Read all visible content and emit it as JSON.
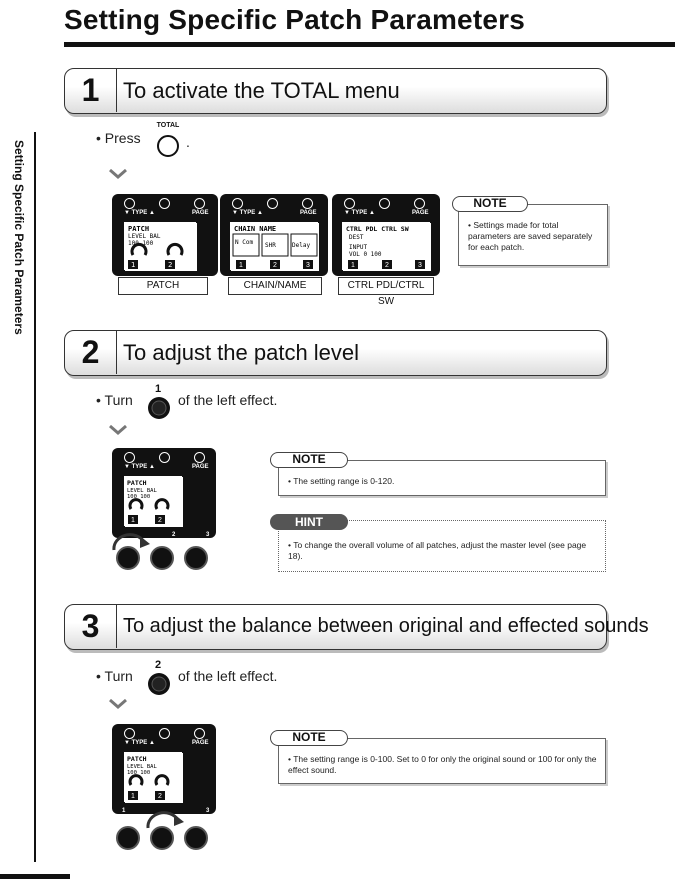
{
  "header": {
    "title": "Setting Specific Patch Parameters"
  },
  "sidebar": {
    "text": "Setting Specific Patch Parameters"
  },
  "steps": [
    {
      "num": "1",
      "text": "To activate the TOTAL menu"
    },
    {
      "num": "2",
      "text": "To adjust the patch level"
    },
    {
      "num": "3",
      "text": "To adjust the balance between original and effected sounds"
    }
  ],
  "step1": {
    "bullet_press": "• Press",
    "period": ".",
    "total_label": "TOTAL",
    "screens": [
      {
        "caption": "PATCH",
        "line1": "PATCH",
        "line2": "LEVEL   BAL",
        "line3": " 100   100",
        "pages": [
          "1",
          "2"
        ]
      },
      {
        "caption": "CHAIN/NAME",
        "line1": "CHAIN NAME",
        "cells": [
          "N Com p",
          "SHR",
          "Delay"
        ],
        "pages": [
          "1",
          "2",
          "3"
        ]
      },
      {
        "caption": "CTRL PDL/CTRL SW",
        "line1": "CTRL PDL CTRL SW",
        "line2": "DEST",
        "line3": "INPUT",
        "line4": "VOL    0   100",
        "pages": [
          "1",
          "2",
          "3"
        ]
      }
    ],
    "note_title": "NOTE",
    "note_text": "Settings made for total parameters are saved separately for each patch."
  },
  "step2": {
    "bullet_turn": "• Turn",
    "knob_num": "1",
    "after": "of the left effect.",
    "note_title": "NOTE",
    "note_text": "The setting range is 0-120.",
    "hint_title": "HINT",
    "hint_text": "To change the overall volume of all patches, adjust the master level (see page 18)."
  },
  "step3": {
    "bullet_turn": "• Turn",
    "knob_num": "2",
    "after": "of the left effect.",
    "note_title": "NOTE",
    "note_text": "The setting range is 0-100. Set to 0 for only the original sound or 100 for only the effect sound."
  },
  "lcd": {
    "type_label": "▼ TYPE ▲",
    "page_label": "PAGE",
    "footswitch_nums": [
      "1",
      "2",
      "3"
    ]
  }
}
